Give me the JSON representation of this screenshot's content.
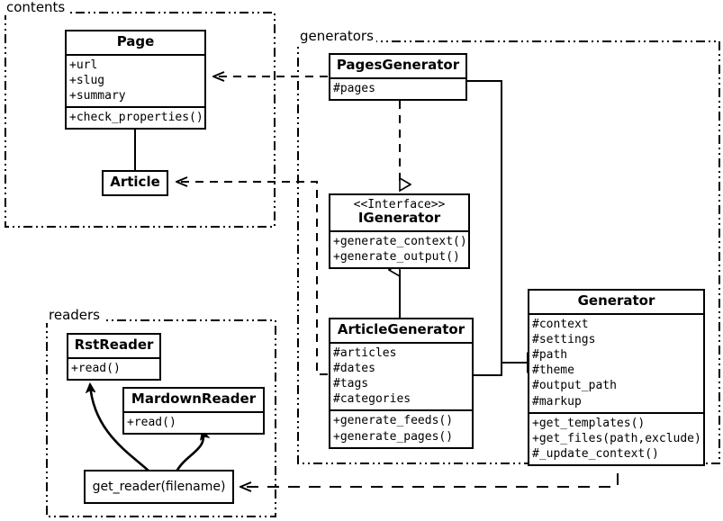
{
  "diagram": {
    "title": "Pelican architecture UML class diagram",
    "stroke_color": "#000000",
    "background": "#ffffff"
  },
  "packages": [
    {
      "id": "contents",
      "label": "contents"
    },
    {
      "id": "generators",
      "label": "generators"
    },
    {
      "id": "readers",
      "label": "readers"
    }
  ],
  "classes": {
    "page": {
      "name": "Page",
      "attributes": [
        "+url",
        "+slug",
        "+summary"
      ],
      "operations": [
        "+check_properties()"
      ]
    },
    "article": {
      "name": "Article",
      "attributes": [],
      "operations": []
    },
    "pages_generator": {
      "name": "PagesGenerator",
      "attributes": [
        "#pages"
      ],
      "operations": []
    },
    "igenerator": {
      "stereotype": "<<Interface>>",
      "name": "IGenerator",
      "attributes": [],
      "operations": [
        "+generate_context()",
        "+generate_output()"
      ]
    },
    "article_generator": {
      "name": "ArticleGenerator",
      "attributes": [
        "#articles",
        "#dates",
        "#tags",
        "#categories"
      ],
      "operations": [
        "+generate_feeds()",
        "+generate_pages()"
      ]
    },
    "generator": {
      "name": "Generator",
      "attributes": [
        "#context",
        "#settings",
        "#path",
        "#theme",
        "#output_path",
        "#markup"
      ],
      "operations": [
        "+get_templates()",
        "+get_files(path,exclude)",
        "#_update_context()"
      ]
    },
    "rst_reader": {
      "name": "RstReader",
      "attributes": [],
      "operations": [
        "+read()"
      ]
    },
    "mardown_reader": {
      "name": "MardownReader",
      "attributes": [],
      "operations": [
        "+read()"
      ]
    }
  },
  "functions": {
    "get_reader": {
      "label": "get_reader(filename)"
    }
  },
  "relationships": [
    {
      "id": "article-inherits-page",
      "type": "generalization",
      "from": "Article",
      "to": "Page"
    },
    {
      "id": "pagesgenerator-realizes-igenerator",
      "type": "realization",
      "from": "PagesGenerator",
      "to": "IGenerator"
    },
    {
      "id": "articlegenerator-realizes-igenerator",
      "type": "generalization",
      "from": "ArticleGenerator",
      "to": "IGenerator"
    },
    {
      "id": "pagesgenerator-extends-generator",
      "type": "generalization",
      "from": "PagesGenerator",
      "to": "Generator"
    },
    {
      "id": "articlegenerator-extends-generator",
      "type": "generalization",
      "from": "ArticleGenerator",
      "to": "Generator"
    },
    {
      "id": "pagesgenerator-depends-page",
      "type": "dependency",
      "from": "PagesGenerator",
      "to": "Page"
    },
    {
      "id": "articlegenerator-depends-article",
      "type": "dependency",
      "from": "ArticleGenerator",
      "to": "Article"
    },
    {
      "id": "generator-depends-get-reader",
      "type": "dependency",
      "from": "Generator",
      "to": "get_reader(filename)"
    },
    {
      "id": "get-reader-uses-rstreader",
      "type": "dependency",
      "from": "get_reader(filename)",
      "to": "RstReader"
    },
    {
      "id": "get-reader-uses-mardownreader",
      "type": "dependency",
      "from": "get_reader(filename)",
      "to": "MardownReader"
    }
  ]
}
